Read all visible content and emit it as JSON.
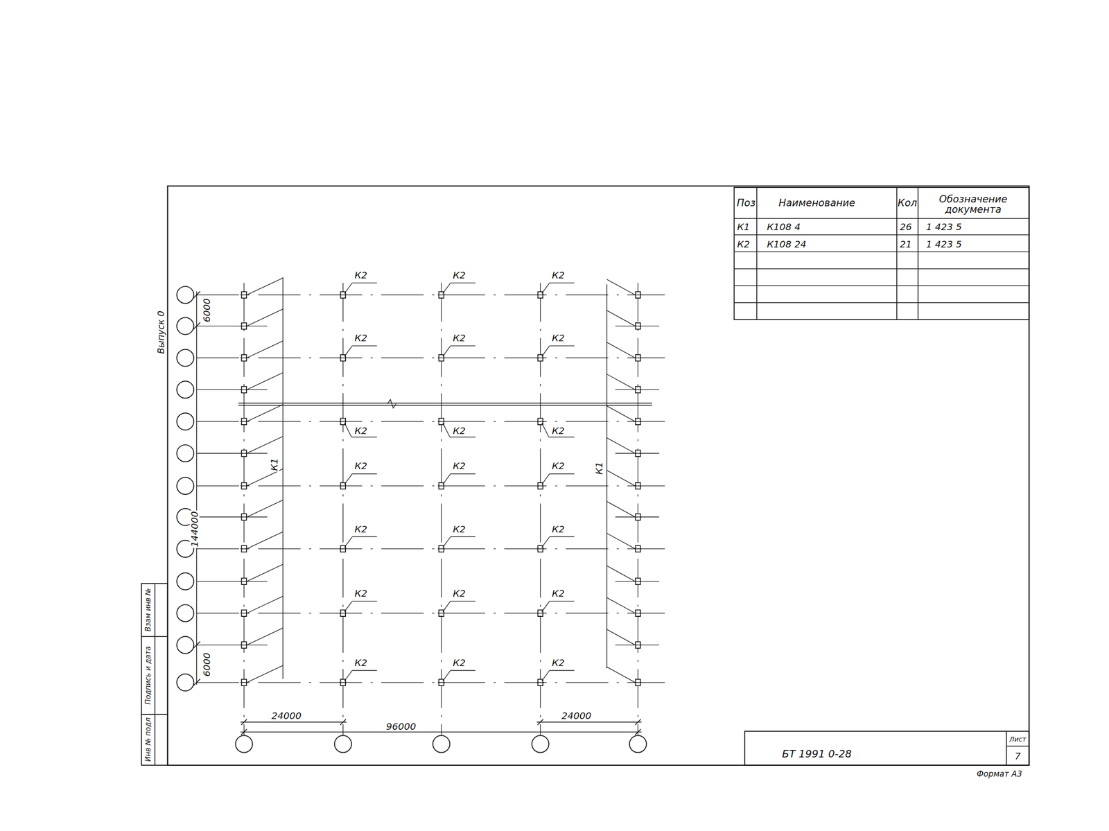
{
  "diagram": {
    "labels": [
      "Поз",
      "Наименование",
      "Кол",
      "Обозначение документа",
      "К1",
      "К108 4",
      "26",
      "1 423 5",
      "К2",
      "К108 24",
      "21",
      "1 423 5",
      "Выпуск 0",
      "6000",
      "144000",
      "6000",
      "24000",
      "96000",
      "24000",
      "К1",
      "К1",
      "К2",
      "К2",
      "К2",
      "К2",
      "К2",
      "К2",
      "К2",
      "К2",
      "К2",
      "К2",
      "К2",
      "К2",
      "К2",
      "К2",
      "К2",
      "К2",
      "К2",
      "К2",
      "К2",
      "К2",
      "К2",
      "Взам инв №",
      "Подпись и дата",
      "Инв № подл",
      "БТ 1991 0-28",
      "Лист",
      "7",
      "Формат А3"
    ]
  }
}
